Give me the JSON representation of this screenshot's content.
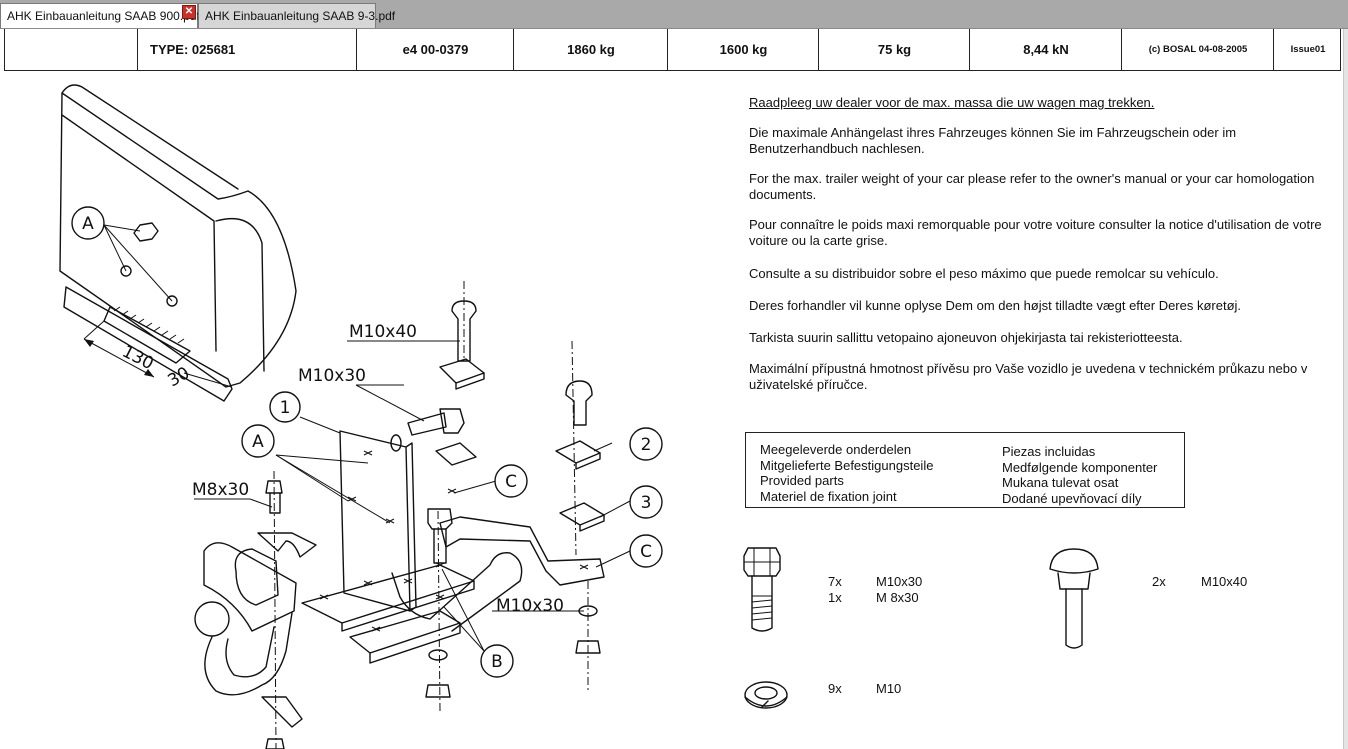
{
  "tabs": [
    {
      "label": "AHK Einbauanleitung SAAB 900.pdf",
      "active": true
    },
    {
      "label": "AHK Einbauanleitung SAAB 9-3.pdf",
      "active": false
    }
  ],
  "close_icon": "close-icon",
  "header": {
    "type": "TYPE: 025681",
    "approval": "e4    00-0379",
    "mass1": "1860 kg",
    "mass2": "1600 kg",
    "vertical_load": "75 kg",
    "d_value": "8,44 kN",
    "copyright": "(c) BOSAL  04-08-2005",
    "issue": "Issue01"
  },
  "instructions": {
    "nl": "Raadpleeg uw dealer voor de max. massa die uw wagen mag trekken.",
    "de": "Die maximale Anhängelast ihres Fahrzeuges können Sie im Fahrzeugschein oder im Benutzerhandbuch  nachlesen.",
    "en": "For the max. trailer weight of your car please refer to the owner's manual or your car homologation documents.",
    "fr": "Pour connaître le poids maxi remorquable pour votre voiture consulter la notice d'utilisation de votre voiture  ou la carte grise.",
    "es": "Consulte a su distribuidor sobre el peso máximo que puede remolcar su vehículo.",
    "da": "Deres forhandler vil kunne oplyse Dem om den højst tilladte vægt efter Deres køretøj.",
    "fi": "Tarkista suurin sallittu vetopaino ajoneuvon ohjekirjasta tai rekisteriotteesta.",
    "cs": "Maximální přípustná hmotnost přívěsu pro Vaše vozidlo je uvedena v technickém průkazu nebo v uživatelské  příručce."
  },
  "parts_box": {
    "left": [
      "Meegeleverde onderdelen",
      "Mitgelieferte  Befestigungsteile",
      "Provided parts",
      "Materiel de fixation joint"
    ],
    "right": [
      "Piezas incluidas",
      "Medfølgende komponenter",
      "Mukana tulevat osat",
      "Dodané upevňovací díly"
    ]
  },
  "parts_list": {
    "bolt_qty": [
      "7x",
      "1x"
    ],
    "bolt_size": [
      "M10x30",
      "M 8x30"
    ],
    "carriage_qty": "2x",
    "carriage_size": "M10x40",
    "washer_qty": "9x",
    "washer_size": "M10"
  },
  "drawing": {
    "dim_130": "130",
    "dim_30": "30",
    "callout_A": "A",
    "callout_B": "B",
    "callout_C": "C",
    "callout_1": "1",
    "callout_2": "2",
    "callout_3": "3",
    "label_m10x40": "M10x40",
    "label_m10x30_top": "M10x30",
    "label_m8x30": "M8x30",
    "label_m10x30_bottom": "M10x30"
  }
}
